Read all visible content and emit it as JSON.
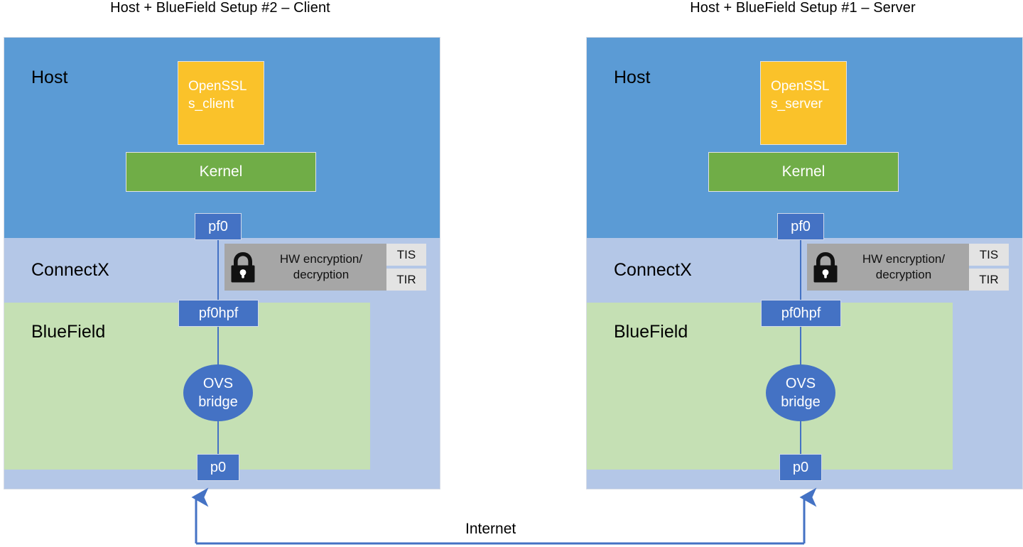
{
  "diagram": {
    "title_left": "Host + BlueField Setup #2 – Client",
    "title_right": "Host + BlueField Setup #1 – Server",
    "internet_label": "Internet",
    "colors": {
      "host_blue": "#5B9BD5",
      "connectx_lavender": "#B4C7E7",
      "bluefield_green": "#C5E0B4",
      "kernel_green": "#70AD47",
      "app_orange": "#FAC22A",
      "port_blue": "#4472C4",
      "hw_gray": "#A6A6A6",
      "ti_gray": "#E3E3E3",
      "wire_blue": "#4472C4"
    }
  },
  "panels": [
    {
      "side": "left",
      "title": "Host + BlueField Setup #2 – Client",
      "layers": {
        "host": "Host",
        "connectx": "ConnectX",
        "bluefield": "BlueField"
      },
      "app": {
        "line1": "OpenSSL",
        "line2": "s_client"
      },
      "kernel": "Kernel",
      "ports": {
        "pf0": "pf0",
        "pf0hpf": "pf0hpf",
        "p0": "p0"
      },
      "ovs": {
        "line1": "OVS",
        "line2": "bridge"
      },
      "hw": {
        "line1": "HW encryption/",
        "line2": "decryption",
        "tis": "TIS",
        "tir": "TIR",
        "icon": "lock-icon"
      }
    },
    {
      "side": "right",
      "title": "Host + BlueField Setup #1 – Server",
      "layers": {
        "host": "Host",
        "connectx": "ConnectX",
        "bluefield": "BlueField"
      },
      "app": {
        "line1": "OpenSSL",
        "line2": "s_server"
      },
      "kernel": "Kernel",
      "ports": {
        "pf0": "pf0",
        "pf0hpf": "pf0hpf",
        "p0": "p0"
      },
      "ovs": {
        "line1": "OVS",
        "line2": "bridge"
      },
      "hw": {
        "line1": "HW encryption/",
        "line2": "decryption",
        "tis": "TIS",
        "tir": "TIR",
        "icon": "lock-icon"
      }
    }
  ]
}
